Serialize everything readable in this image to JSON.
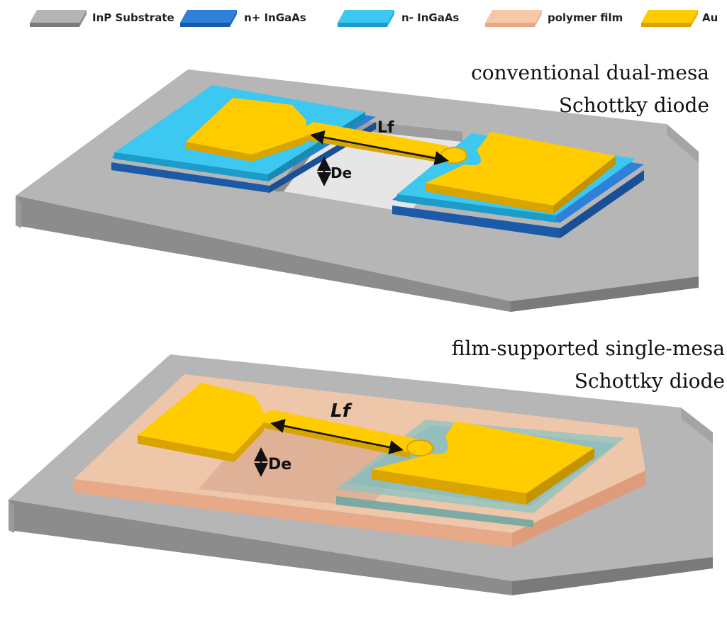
{
  "legend": [
    {
      "label": "InP Substrate",
      "top": "#b4b4b4",
      "side": "#7a7a7a"
    },
    {
      "label": "n+ InGaAs",
      "top": "#2f80d8",
      "side": "#1a5aa8"
    },
    {
      "label": "n- InGaAs",
      "top": "#3cc8f0",
      "side": "#1c9cc8"
    },
    {
      "label": "polymer film",
      "top": "#f6c8a8",
      "side": "#e8a886"
    },
    {
      "label": "Au",
      "top": "#ffcc00",
      "side": "#d9a300"
    }
  ],
  "top_device": {
    "title_line1": "conventional dual-mesa",
    "title_line2": "Schottky diode",
    "finger_label": "Lf",
    "depth_label": "De"
  },
  "bottom_device": {
    "title_line1": "film-supported single-mesa",
    "title_line2": "Schottky diode",
    "finger_label": "Lf",
    "depth_label": "De"
  },
  "colors": {
    "substrate_top": "#b6b6b6",
    "substrate_side": "#8a8a8a",
    "nplus_top": "#2f80d8",
    "nplus_side": "#1a5aa8",
    "nminus_top": "#3cc8f0",
    "nminus_side": "#1c9cc8",
    "film": "#f6c8a8",
    "film_side": "#eca884",
    "au_top": "#ffcc00",
    "au_side": "#d9a300"
  }
}
